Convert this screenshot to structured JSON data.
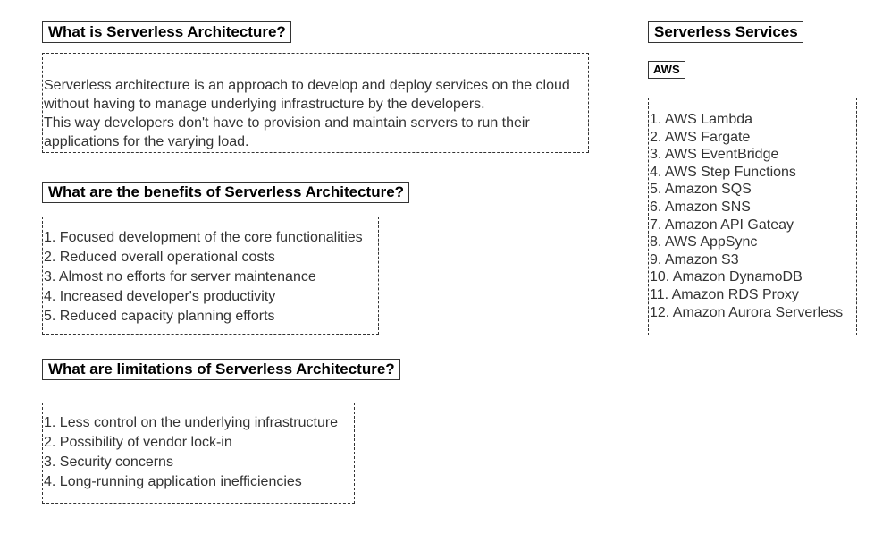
{
  "what": {
    "heading": "What is Serverless Architecture?",
    "paragraphs": [
      "Serverless architecture is an approach to develop and deploy services on the cloud without having to manage underlying infrastructure by the developers.",
      "This way developers don't have to provision and maintain servers to run their applications for the varying load."
    ]
  },
  "benefits": {
    "heading": "What are the benefits of Serverless Architecture?",
    "items": [
      "1. Focused development of the core functionalities",
      "2. Reduced overall operational costs",
      "3. Almost no efforts for server maintenance",
      "4. Increased developer's productivity",
      "5. Reduced capacity planning efforts"
    ]
  },
  "limitations": {
    "heading": "What are limitations of Serverless Architecture?",
    "items": [
      "1. Less control on the underlying infrastructure",
      "2. Possibility of vendor lock-in",
      "3. Security concerns",
      "4. Long-running application inefficiencies"
    ]
  },
  "services": {
    "heading": "Serverless Services",
    "provider": "AWS",
    "items": [
      "1. AWS Lambda",
      "2. AWS Fargate",
      "3. AWS EventBridge",
      "4. AWS Step Functions",
      "5. Amazon SQS",
      "6. Amazon SNS",
      "7. Amazon API Gateay",
      "8. AWS AppSync",
      "9. Amazon S3",
      "10. Amazon DynamoDB",
      "11. Amazon RDS Proxy",
      "12. Amazon Aurora Serverless"
    ]
  }
}
